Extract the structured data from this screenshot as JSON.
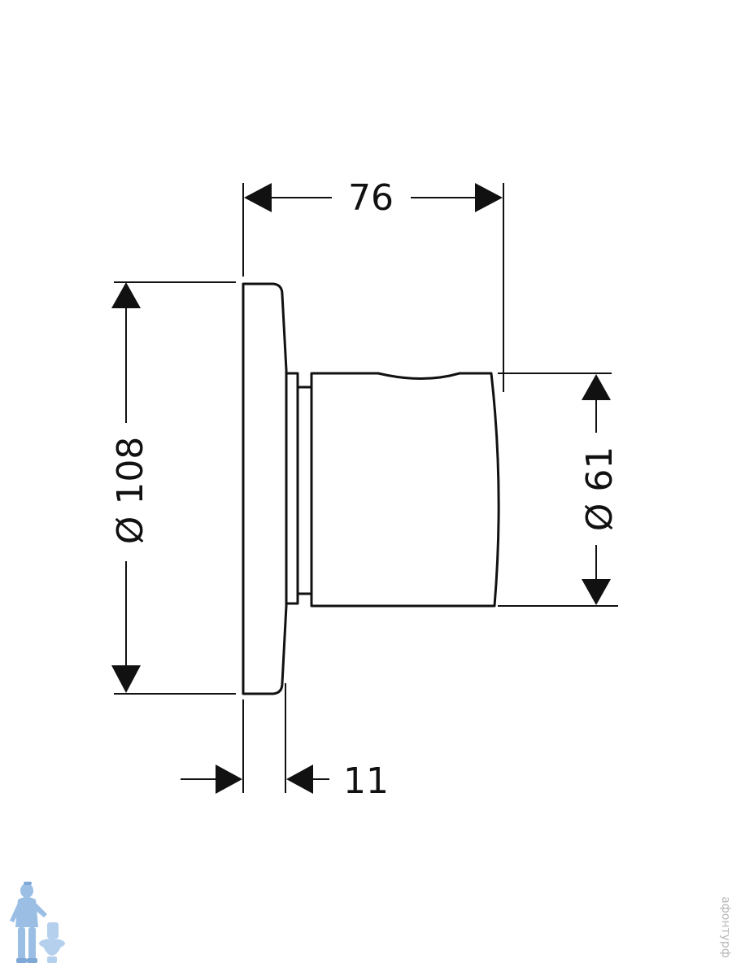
{
  "dimensions": {
    "overall_depth": "76",
    "plate_diameter": "Ø 108",
    "handle_diameter": "Ø 61",
    "plate_thickness": "11"
  },
  "watermark": {
    "text": "афонтурф"
  },
  "colors": {
    "line": "#111111",
    "background": "#ffffff",
    "mascot": "#8ab4e0"
  }
}
